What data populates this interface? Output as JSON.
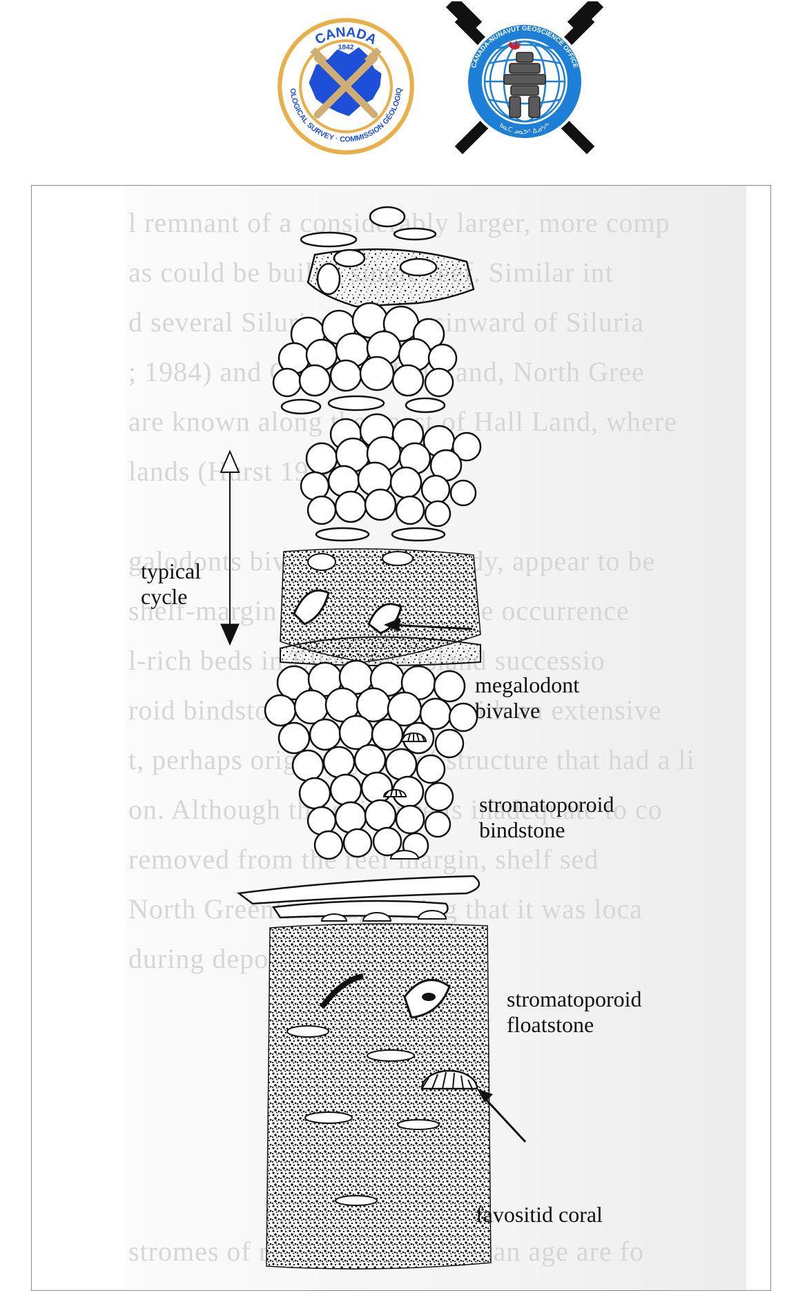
{
  "header": {
    "logos": [
      {
        "name": "Geological Survey of Canada seal",
        "top_text": "CANADA",
        "year": "1842",
        "ring_text": "GEOLOGICAL SURVEY · COMMISSION GÉOLOGIQUE",
        "colors": {
          "ring": "#e8b04a",
          "map": "#1d4fd8",
          "hammers": "#c8a36a"
        }
      },
      {
        "name": "Canada-Nunavut Geoscience Office seal",
        "ring_text": "CANADA-NUNAVUT GEOSCIENCE OFFICE",
        "syllabics_text": "ᑲᓇᑕ ᓄᓇᕗᑦ ᐃᓄᒃᓱᒃ",
        "colors": {
          "globe": "#1e7fd6",
          "hammers": "#111111",
          "maple": "#d11f2a"
        }
      }
    ]
  },
  "figure": {
    "labels": {
      "typical_cycle": "typical\ncycle",
      "megalodont_bivalve": "megalodont\nbivalve",
      "stromatoporoid_bindstone": "stromatoporoid\nbindstone",
      "stromatoporoid_floatstone": "stromatoporoid\nfloatstone",
      "favositid_coral": "favositid coral"
    },
    "bleed_through_lines": [
      "l remnant of a considerably larger, more comp",
      "as could be built a single reef. Similar int",
      "d several Silurian reefs basinward of Siluria",
      "; 1984) and Offshore Hall Land, North Gree",
      "are known along the coast of Hall Land, where",
      "lands (Hurst 1980).",
      "galodonts bivalves in this study, appear to be",
      "shelf-margin reef deposits. The occurrence",
      "l-rich beds in Ellesmere Island successio",
      "roid bindstone is consistent with an extensive",
      "t, perhaps originally a reef structure that had a li",
      "on. Although the evidence is inadequate to co",
      "removed from the reef margin, shelf sed",
      "North Greenland suggesting that it was loca",
      "during deposition.",
      "stromes of middle to late Silurian age are fo"
    ],
    "colors": {
      "ink": "#111111",
      "paper": "#f5f5f5",
      "ghost_text": "#d6d6d6",
      "frame": "#8a8a8a"
    }
  }
}
